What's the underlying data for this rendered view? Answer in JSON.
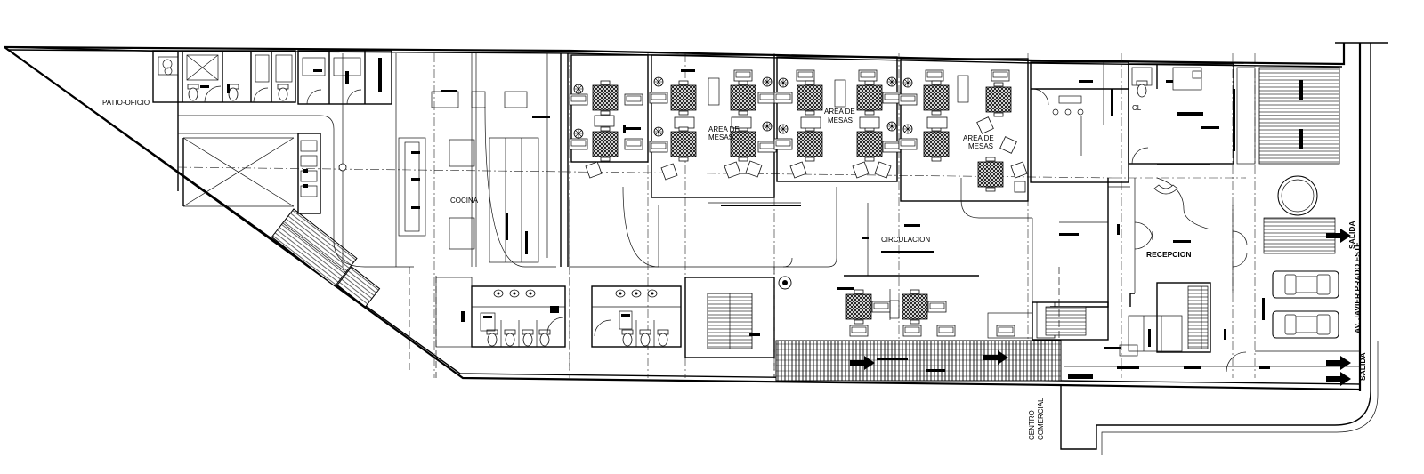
{
  "labels": {
    "patio": "PATIO-OFICIO",
    "cocina": "COCINA",
    "area_mesas_1a": "AREA DE",
    "area_mesas_1b": "MESAS",
    "area_mesas_2a": "AREA DE",
    "area_mesas_2b": "MESAS",
    "area_mesas_3a": "AREA DE",
    "area_mesas_3b": "MESAS",
    "circulacion": "CIRCULACION",
    "recepcion": "RECEPCION",
    "centro_1": "CENTRO",
    "centro_2": "COMERCIAL",
    "salida_1": "SALIDA",
    "salida_2": "SALIDA",
    "avenida": "AV. JAVIER PRADO ESTE",
    "cl": "CL"
  }
}
